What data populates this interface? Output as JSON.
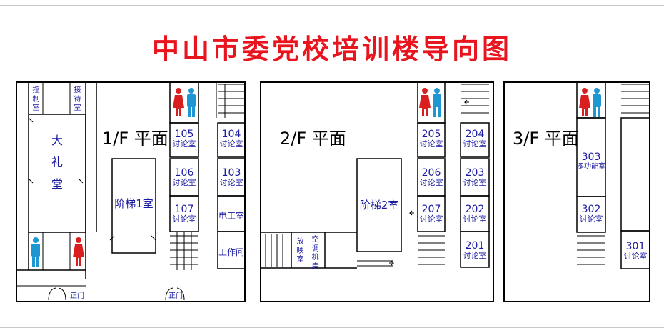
{
  "title": "中山市委党校培训楼导向图",
  "colors": {
    "title": "#e8141e",
    "room_text": "#1a1aa0",
    "wall": "#000000",
    "female": "#d81e1e",
    "male": "#1e96d2"
  },
  "floors": {
    "f1": {
      "title": "1/F 平面",
      "control_room": "控制室",
      "reception_room": "接待室",
      "auditorium": "大礼堂",
      "lecture_hall": "阶梯1室",
      "rooms": [
        {
          "num": "105",
          "name": "讨论室"
        },
        {
          "num": "104",
          "name": "讨论室"
        },
        {
          "num": "106",
          "name": "讨论室"
        },
        {
          "num": "103",
          "name": "讨论室"
        },
        {
          "num": "107",
          "name": "讨论室"
        }
      ],
      "electrician_room": "电工室",
      "workroom": "工作间",
      "entrance_1": "正门",
      "entrance_2": "正门"
    },
    "f2": {
      "title": "2/F 平面",
      "lecture_hall": "阶梯2室",
      "projection_room": "放映室",
      "ac_room": "空调机房",
      "rooms": [
        {
          "num": "205",
          "name": "讨论室"
        },
        {
          "num": "204",
          "name": "讨论室"
        },
        {
          "num": "206",
          "name": "讨论室"
        },
        {
          "num": "203",
          "name": "讨论室"
        },
        {
          "num": "207",
          "name": "讨论室"
        },
        {
          "num": "202",
          "name": "讨论室"
        },
        {
          "num": "201",
          "name": "讨论室"
        }
      ]
    },
    "f3": {
      "title": "3/F 平面",
      "rooms": [
        {
          "num": "303",
          "name": "多功能室"
        },
        {
          "num": "302",
          "name": "讨论室"
        },
        {
          "num": "301",
          "name": "讨论室"
        }
      ]
    }
  },
  "icons": [
    "female-restroom-icon",
    "male-restroom-icon",
    "stairs-icon",
    "arrow-icon"
  ]
}
